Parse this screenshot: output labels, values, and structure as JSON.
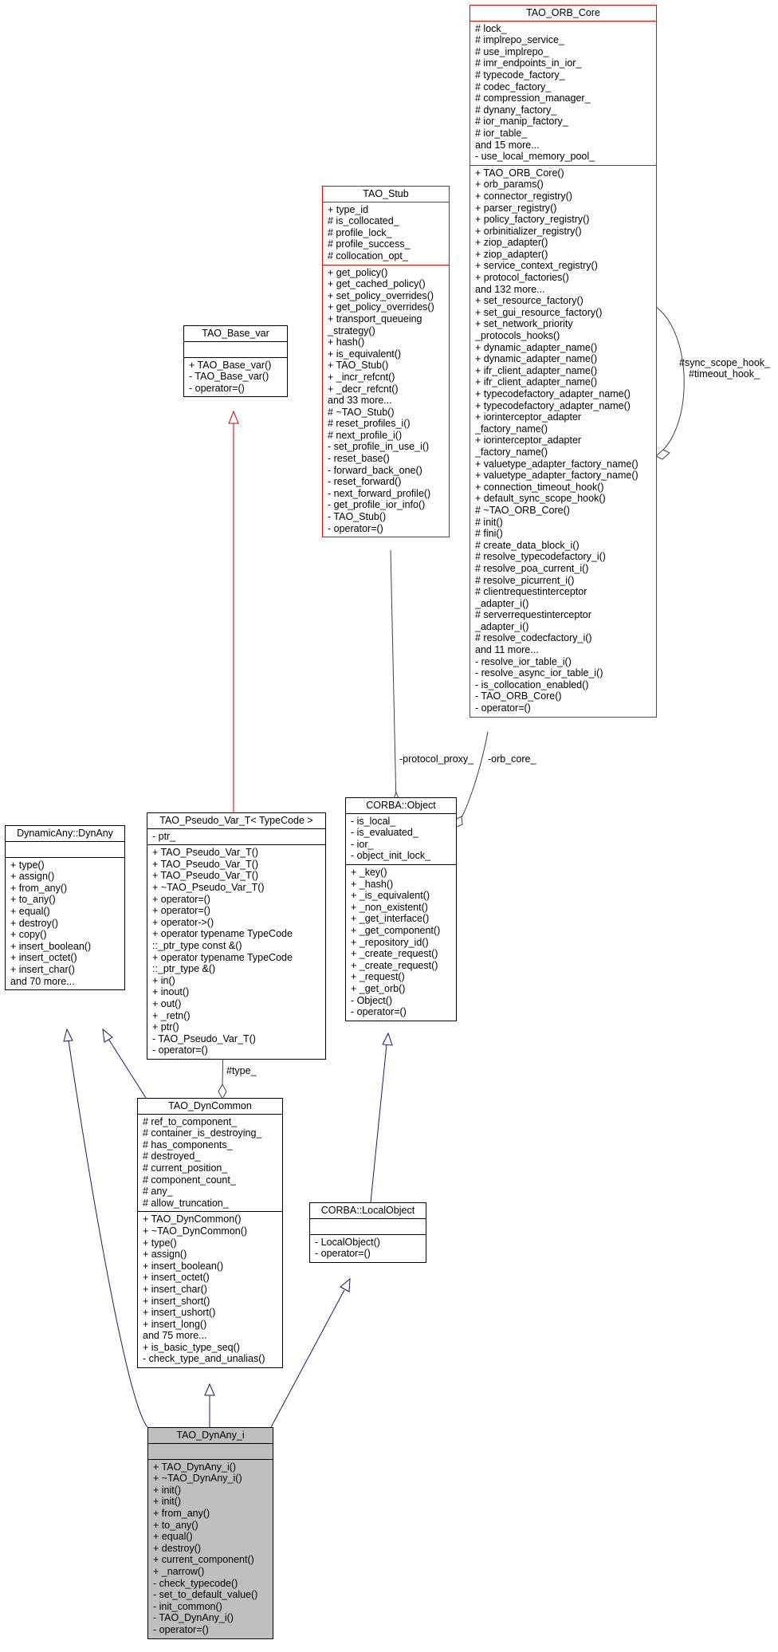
{
  "classes": {
    "orb_core": {
      "name": "TAO_ORB_Core",
      "attrs": [
        "# lock_",
        "# implrepo_service_",
        "# use_implrepo_",
        "# imr_endpoints_in_ior_",
        "# typecode_factory_",
        "# codec_factory_",
        "# compression_manager_",
        "# dynany_factory_",
        "# ior_manip_factory_",
        "# ior_table_",
        "and 15 more...",
        "- use_local_memory_pool_"
      ],
      "ops": [
        "+ TAO_ORB_Core()",
        "+ orb_params()",
        "+ connector_registry()",
        "+ parser_registry()",
        "+ policy_factory_registry()",
        "+ orbinitializer_registry()",
        "+ ziop_adapter()",
        "+ ziop_adapter()",
        "+ service_context_registry()",
        "+ protocol_factories()",
        "and 132 more...",
        "+ set_resource_factory()",
        "+ set_gui_resource_factory()",
        "+ set_network_priority",
        "_protocols_hooks()",
        "+ dynamic_adapter_name()",
        "+ dynamic_adapter_name()",
        "+ ifr_client_adapter_name()",
        "+ ifr_client_adapter_name()",
        "+ typecodefactory_adapter_name()",
        "+ typecodefactory_adapter_name()",
        "+ iorinterceptor_adapter",
        "_factory_name()",
        "+ iorinterceptor_adapter",
        "_factory_name()",
        "+ valuetype_adapter_factory_name()",
        "+ valuetype_adapter_factory_name()",
        "+ connection_timeout_hook()",
        "+ default_sync_scope_hook()",
        "# ~TAO_ORB_Core()",
        "# init()",
        "# fini()",
        "# create_data_block_i()",
        "# resolve_typecodefactory_i()",
        "# resolve_poa_current_i()",
        "# resolve_picurrent_i()",
        "# clientrequestinterceptor",
        "_adapter_i()",
        "# serverrequestinterceptor",
        "_adapter_i()",
        "# resolve_codecfactory_i()",
        "and 11 more...",
        "- resolve_ior_table_i()",
        "- resolve_async_ior_table_i()",
        "- is_collocation_enabled()",
        "- TAO_ORB_Core()",
        "- operator=()"
      ]
    },
    "stub": {
      "name": "TAO_Stub",
      "attrs": [
        "+ type_id",
        "# is_collocated_",
        "# profile_lock_",
        "# profile_success_",
        "# collocation_opt_"
      ],
      "ops": [
        "+ get_policy()",
        "+ get_cached_policy()",
        "+ set_policy_overrides()",
        "+ get_policy_overrides()",
        "+ transport_queueing",
        "_strategy()",
        "+ hash()",
        "+ is_equivalent()",
        "+ TAO_Stub()",
        "+ _incr_refcnt()",
        "+ _decr_refcnt()",
        "and 33 more...",
        "# ~TAO_Stub()",
        "# reset_profiles_i()",
        "# next_profile_i()",
        "- set_profile_in_use_i()",
        "- reset_base()",
        "- forward_back_one()",
        "- reset_forward()",
        "- next_forward_profile()",
        "- get_profile_ior_info()",
        "- TAO_Stub()",
        "- operator=()"
      ]
    },
    "base_var": {
      "name": "TAO_Base_var",
      "attrs": [],
      "ops": [
        "+ TAO_Base_var()",
        "- TAO_Base_var()",
        "- operator=()"
      ]
    },
    "pseudo_var": {
      "name": "TAO_Pseudo_Var_T< TypeCode >",
      "attrs": [
        "- ptr_"
      ],
      "ops": [
        "+ TAO_Pseudo_Var_T()",
        "+ TAO_Pseudo_Var_T()",
        "+ TAO_Pseudo_Var_T()",
        "+ ~TAO_Pseudo_Var_T()",
        "+ operator=()",
        "+ operator=()",
        "+ operator->()",
        "+ operator typename TypeCode",
        "::_ptr_type const &()",
        "+ operator typename TypeCode",
        "::_ptr_type &()",
        "+ in()",
        "+ inout()",
        "+ out()",
        "+ _retn()",
        "+ ptr()",
        "- TAO_Pseudo_Var_T()",
        "- operator=()"
      ]
    },
    "corba_object": {
      "name": "CORBA::Object",
      "attrs": [
        "- is_local_",
        "- is_evaluated_",
        "- ior_",
        "- object_init_lock_"
      ],
      "ops": [
        "+ _key()",
        "+ _hash()",
        "+ _is_equivalent()",
        "+ _non_existent()",
        "+ _get_interface()",
        "+ _get_component()",
        "+ _repository_id()",
        "+ _create_request()",
        "+ _create_request()",
        "+ _request()",
        "+ _get_orb()",
        "- Object()",
        "- operator=()"
      ]
    },
    "dynany": {
      "name": "DynamicAny::DynAny",
      "attrs": [],
      "ops": [
        "+ type()",
        "+ assign()",
        "+ from_any()",
        "+ to_any()",
        "+ equal()",
        "+ destroy()",
        "+ copy()",
        "+ insert_boolean()",
        "+ insert_octet()",
        "+ insert_char()",
        "and 70 more..."
      ]
    },
    "dyncommon": {
      "name": "TAO_DynCommon",
      "attrs": [
        "# ref_to_component_",
        "# container_is_destroying_",
        "# has_components_",
        "# destroyed_",
        "# current_position_",
        "# component_count_",
        "# any_",
        "# allow_truncation_"
      ],
      "ops": [
        "+ TAO_DynCommon()",
        "+ ~TAO_DynCommon()",
        "+ type()",
        "+ assign()",
        "+ insert_boolean()",
        "+ insert_octet()",
        "+ insert_char()",
        "+ insert_short()",
        "+ insert_ushort()",
        "+ insert_long()",
        "and 75 more...",
        "+ is_basic_type_seq()",
        "- check_type_and_unalias()"
      ]
    },
    "local_object": {
      "name": "CORBA::LocalObject",
      "attrs": [],
      "ops": [
        "- LocalObject()",
        "- operator=()"
      ]
    },
    "dynany_i": {
      "name": "TAO_DynAny_i",
      "attrs": [],
      "ops": [
        "+ TAO_DynAny_i()",
        "+ ~TAO_DynAny_i()",
        "+ init()",
        "+ init()",
        "+ from_any()",
        "+ to_any()",
        "+ equal()",
        "+ destroy()",
        "+ current_component()",
        "+ _narrow()",
        "- check_typecode()",
        "- set_to_default_value()",
        "- init_common()",
        "- TAO_DynAny_i()",
        "- operator=()"
      ]
    }
  },
  "edge_labels": {
    "sync_scope": "#sync_scope_hook_",
    "timeout": "#timeout_hook_",
    "protocol_proxy": "-protocol_proxy_",
    "orb_core": "-orb_core_",
    "type": "#type_"
  },
  "colors": {
    "inheritance": "#191970",
    "template": "#cc0000",
    "usage": "#404040",
    "focus_fill": "#bfbfbf"
  }
}
